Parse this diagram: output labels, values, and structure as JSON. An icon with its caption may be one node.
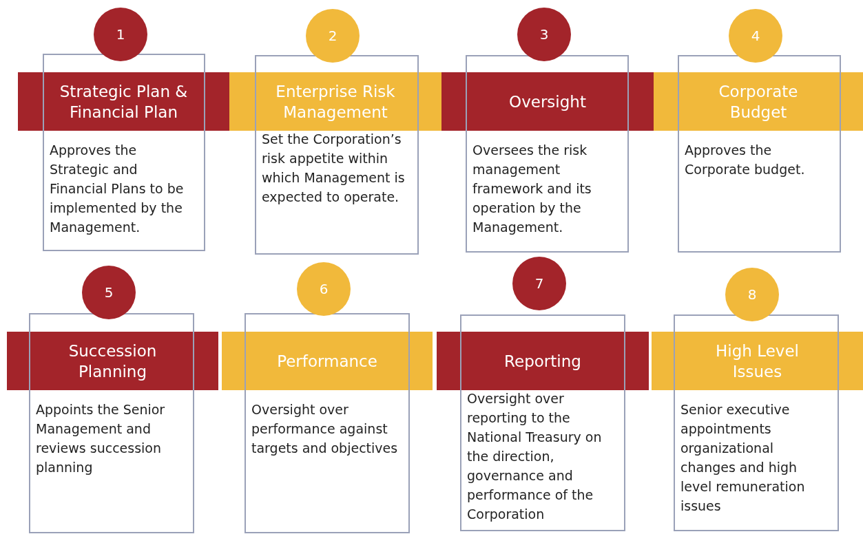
{
  "diagram": {
    "nodes": [
      {
        "text": [
          "1"
        ]
      },
      {
        "text": [
          "Strategic Plan & Financial Plan"
        ]
      },
      {
        "text": [
          "Approves the Strategic and Financial Plans to be implemented by the Management."
        ]
      },
      {
        "text": [
          "2"
        ]
      },
      {
        "text": [
          "Enterprise Risk Management"
        ]
      },
      {
        "text": [
          "Set the Corporation’s risk appetite within which Management is expected to operate."
        ]
      },
      {
        "text": [
          "3"
        ]
      },
      {
        "text": [
          "Oversight"
        ]
      },
      {
        "text": [
          "Oversees the risk management framework and its operation by the Management."
        ]
      },
      {
        "text": [
          "4"
        ]
      },
      {
        "text": [
          "Corporate Budget"
        ]
      },
      {
        "text": [
          "Approves the Corporate budget."
        ]
      },
      {
        "text": [
          "5"
        ]
      },
      {
        "text": [
          "Succession Planning"
        ]
      },
      {
        "text": [
          "Appoints the Senior Management and reviews succession planning"
        ]
      },
      {
        "text": [
          "6"
        ]
      },
      {
        "text": [
          "Performance"
        ]
      },
      {
        "text": [
          "Oversight over performance against targets and objectives"
        ]
      },
      {
        "text": [
          "7"
        ]
      },
      {
        "text": [
          "Reporting"
        ]
      },
      {
        "text": [
          "Oversight over reporting to the National Treasury on the direction, governance and performance of the Corporation"
        ]
      },
      {
        "text": [
          "8"
        ]
      },
      {
        "text": [
          "High Level Issues"
        ]
      },
      {
        "text": [
          "Senior executive appointments organizational changes and high level remuneration issues"
        ]
      }
    ],
    "edges": []
  }
}
